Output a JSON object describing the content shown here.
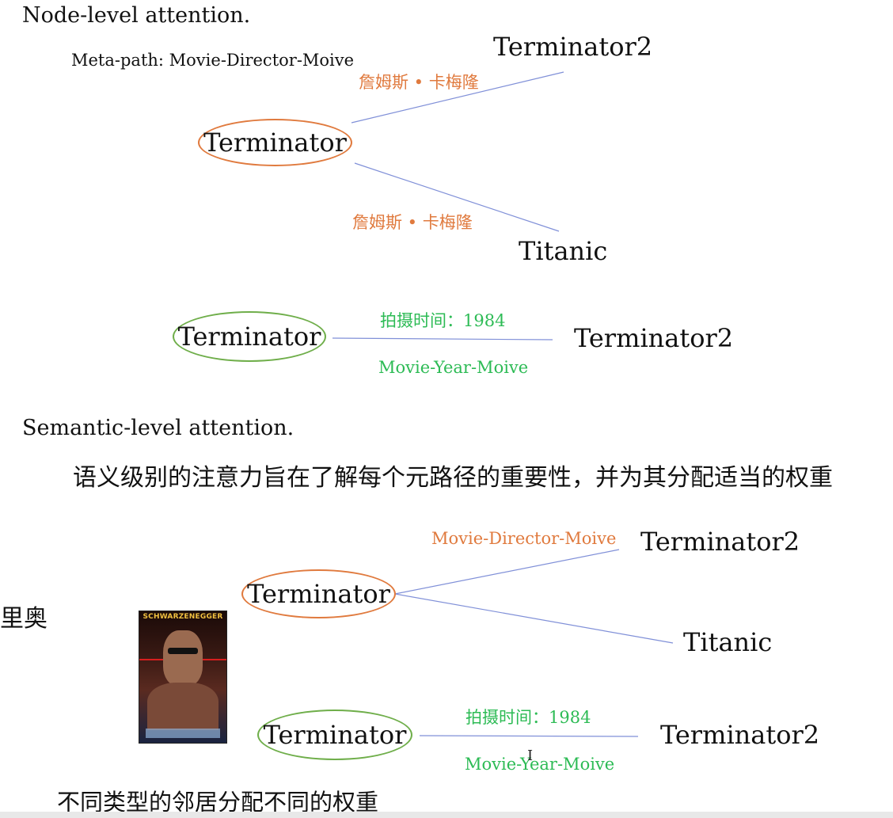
{
  "node_level": {
    "heading": "Node-level attention.",
    "meta_path_label": "Meta-path: Movie-Director-Moive",
    "director_group": {
      "center_node": "Terminator",
      "top_target": "Terminator2",
      "bottom_target": "Titanic",
      "top_edge_label": "詹姆斯 • 卡梅隆",
      "bottom_edge_label": "詹姆斯 • 卡梅隆"
    },
    "year_group": {
      "center_node": "Terminator",
      "target": "Terminator2",
      "edge_label_top": "拍摄时间：1984",
      "edge_label_bottom": "Movie-Year-Moive"
    }
  },
  "semantic_level": {
    "heading": "Semantic-level attention.",
    "description": "语义级别的注意力旨在了解每个元路径的重要性，并为其分配适当的权重",
    "side_label": "里奥",
    "director_group": {
      "center_node": "Terminator",
      "top_target": "Terminator2",
      "bottom_target": "Titanic",
      "edge_label": "Movie-Director-Moive"
    },
    "year_group": {
      "center_node": "Terminator",
      "target": "Terminator2",
      "edge_label_top": "拍摄时间：1984",
      "edge_label_bottom": "Movie-Year-Moive"
    },
    "poster_caption": "SCHWARZENEGGER"
  },
  "footer_note": "不同类型的邻居分配不同的权重",
  "colors": {
    "orange": "#e07a3e",
    "green": "#2dbb55",
    "edge": "#8090d8"
  }
}
